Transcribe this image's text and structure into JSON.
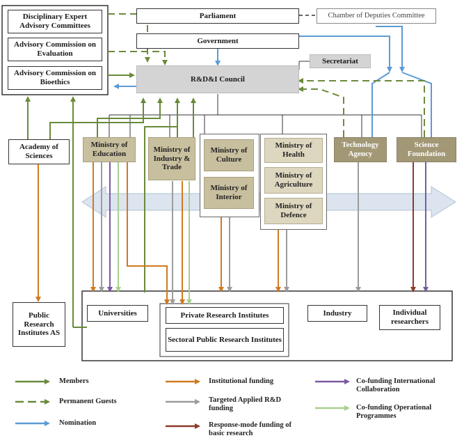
{
  "colors": {
    "members": "#6a8a3a",
    "permanent_guests": "#6a8a3a",
    "nomination": "#5b9bd5",
    "institutional_funding": "#d07a20",
    "targeted_funding": "#9c9c9c",
    "response_mode": "#8b3a2a",
    "cofunding_international": "#7a5aa0",
    "cofunding_operational": "#a8d08d",
    "structure": "#333333"
  },
  "nodes": {
    "parliament": "Parliament",
    "chamber": "Chamber of Deputies Committee",
    "government": "Government",
    "secretariat": "Secretariat",
    "council": "R&D&I Council",
    "disciplinary": "Disciplinary Expert Advisory Committees",
    "evaluation": "Advisory Commission on Evaluation",
    "bioethics": "Advisory Commission on Bioethics",
    "academy": "Academy of Sciences",
    "min_education": "Ministry of Education",
    "min_industry": "Ministry of Industry & Trade",
    "min_culture": "Ministry of Culture",
    "min_interior": "Ministry of Interior",
    "min_health": "Ministry of Health",
    "min_agriculture": "Ministry of Agriculture",
    "min_defence": "Ministry of Defence",
    "tech_agency": "Technology Agency",
    "science_foundation": "Science Foundation",
    "public_institutes": "Public Research Institutes AS",
    "universities": "Universities",
    "private_institutes": "Private Research Institutes",
    "sectoral_institutes": "Sectoral Public Research Institutes",
    "industry": "Industry",
    "individual": "Individual researchers"
  },
  "legend": [
    {
      "label": "Members",
      "style": "solid",
      "color": "#6a8a3a"
    },
    {
      "label": "Permanent Guests",
      "style": "dashed",
      "color": "#6a8a3a"
    },
    {
      "label": "Nomination",
      "style": "solid",
      "color": "#5b9bd5"
    },
    {
      "label": "Institutional funding",
      "style": "solid",
      "color": "#d07a20"
    },
    {
      "label": "Targeted Applied R&D funding",
      "style": "solid",
      "color": "#9c9c9c"
    },
    {
      "label": "Response-mode funding of basic research",
      "style": "solid",
      "color": "#8b3a2a"
    },
    {
      "label": "Co-funding International Collaboration",
      "style": "solid",
      "color": "#7a5aa0"
    },
    {
      "label": "Co-funding Operational Programmes",
      "style": "solid",
      "color": "#a8d08d"
    }
  ]
}
